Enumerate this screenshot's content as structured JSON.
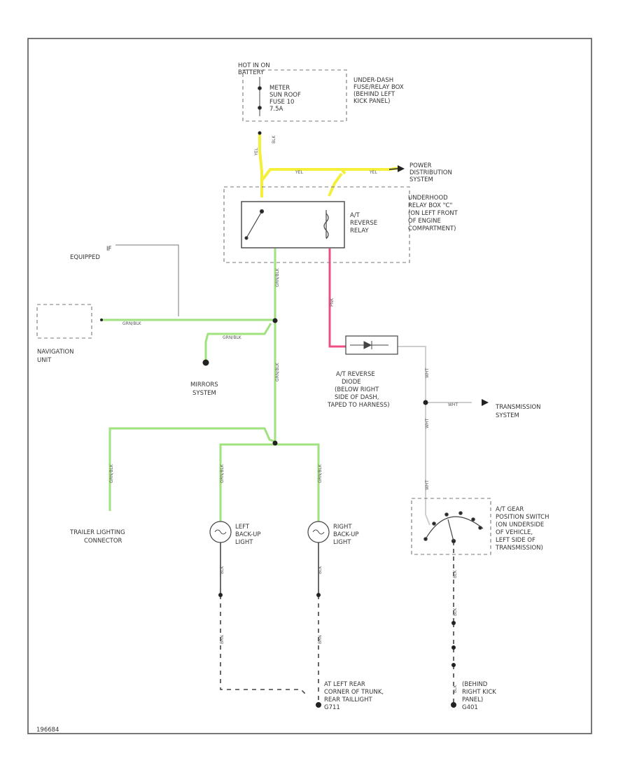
{
  "labels": {
    "hot": [
      "HOT IN ON",
      "BATTERY"
    ],
    "fuse_panel": [
      "UNDER-DASH",
      "FUSE/RELAY BOX",
      "(BEHIND LEFT",
      "KICK PANEL)"
    ],
    "fuse": [
      "METER",
      "SUN ROOF",
      "FUSE 10",
      "7.5A"
    ],
    "power_dist": [
      "POWER",
      "DISTRIBUTION",
      "SYSTEM"
    ],
    "relay_box": [
      "UNDERHOOD",
      "RELAY BOX \"C\"",
      "(ON LEFT FRONT",
      "OF ENGINE",
      "COMPARTMENT)"
    ],
    "relay": [
      "A/T",
      "REVERSE",
      "RELAY"
    ],
    "equipped": [
      "IF",
      "EQUIPPED"
    ],
    "nav_unit": [
      "NAVIGATION",
      "UNIT"
    ],
    "mirrors": [
      "MIRRORS",
      "SYSTEM"
    ],
    "diode": [
      "A/T REVERSE",
      "DIODE",
      "(BELOW RIGHT",
      "SIDE OF DASH,",
      "TAPED TO HARNESS)"
    ],
    "transmission": [
      "TRANSMISSION",
      "SYSTEM"
    ],
    "gear_switch": [
      "A/T GEAR",
      "POSITION SWITCH",
      "(ON UNDERSIDE",
      "OF VEHICLE,",
      "LEFT SIDE OF",
      "TRANSMISSION)"
    ],
    "trailer": [
      "TRAILER LIGHTING",
      "CONNECTOR"
    ],
    "left_light": [
      "LEFT",
      "BACK-UP",
      "LIGHT"
    ],
    "right_light": [
      "RIGHT",
      "BACK-UP",
      "LIGHT"
    ],
    "ground_trunk": [
      "AT LEFT REAR",
      "CORNER OF TRUNK,",
      "REAR TAILLIGHT",
      "G711"
    ],
    "ground_kick": [
      "(BEHIND",
      "RIGHT KICK",
      "PANEL)",
      "G401"
    ],
    "figure_id": "196684"
  },
  "wire_labels": {
    "yel": "YEL",
    "blk": "BLK",
    "grn_blk": "GRN/BLK",
    "pnk": "PNK",
    "wht": "WHT",
    "brn": "BRN"
  },
  "colors": {
    "wire_yellow": "#f4ef3a",
    "wire_green": "#9fe27e",
    "wire_pink": "#ee4e86",
    "wire_white": "#cfcfcf",
    "frame": "#555555"
  }
}
